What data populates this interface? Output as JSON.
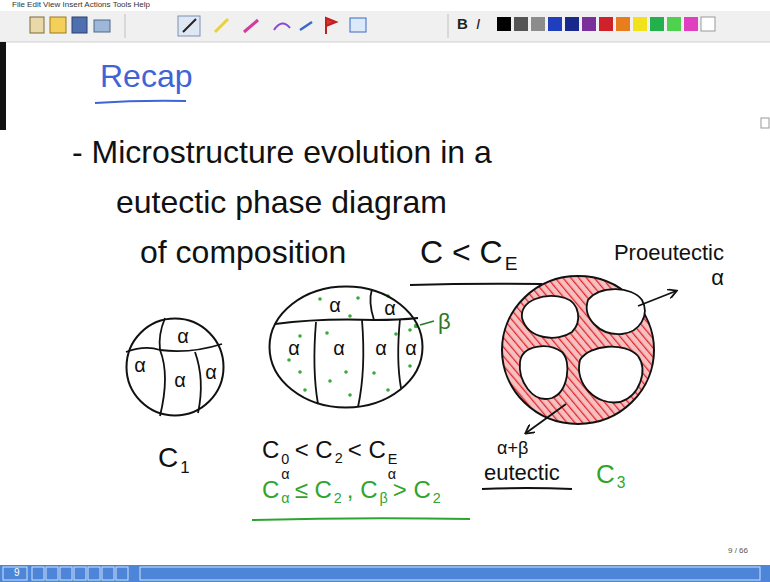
{
  "diagram": {
    "title": "Recap",
    "nodes": [
      {
        "text": [
          "α",
          "α",
          "α",
          "α"
        ]
      },
      {
        "text": [
          "α",
          "α",
          "α",
          "α",
          "α",
          "α"
        ]
      }
    ],
    "labels": [
      "File Edit View Insert Actions Tools Help",
      "B",
      "I",
      "- Microstructure evolution in a",
      "eutectic phase diagram",
      "of composition",
      "C < C",
      "E",
      "β",
      "Proeutectic α",
      "α+β",
      "eutectic",
      "C",
      "1",
      "C",
      "α",
      "0",
      "< C",
      "2",
      "< C",
      "α",
      "E",
      "C",
      "α",
      "≤ C",
      "2",
      ", C",
      "β",
      "> C",
      "2",
      "C",
      "3",
      "9 / 66",
      "9"
    ]
  }
}
